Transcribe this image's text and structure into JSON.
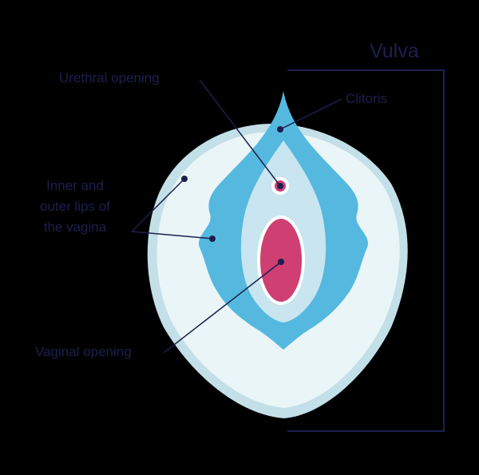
{
  "diagram": {
    "title": "Vulva",
    "labels": {
      "urethral_opening": "Urethral opening",
      "clitoris": "Clitoris",
      "lips_line1": "Inner and",
      "lips_line2": "outer lips of",
      "lips_line3": "the vagina",
      "vaginal_opening": "Vaginal opening"
    },
    "colors": {
      "background": "#000000",
      "text": "#1d1f4f",
      "outer_shape": "#eaf5f8",
      "outer_shadow": "#c3dfe8",
      "middle_shape": "#55b9df",
      "inner_shape": "#c9e5ef",
      "opening": "#cf3f72"
    }
  }
}
